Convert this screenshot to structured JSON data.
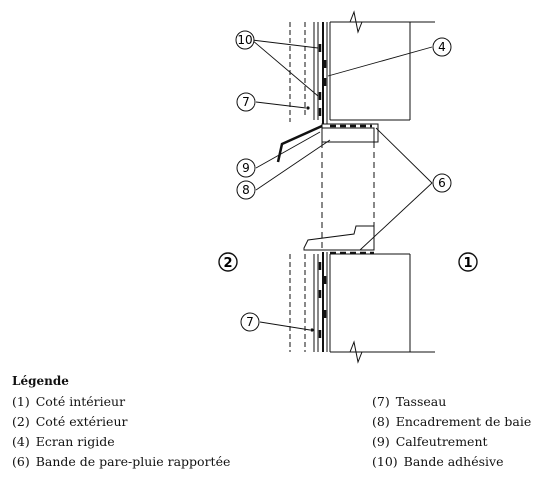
{
  "diagram": {
    "callouts": [
      "10",
      "7",
      "9",
      "8",
      "4",
      "6",
      "7"
    ],
    "side_interior": "1",
    "side_exterior": "2"
  },
  "legend": {
    "title": "Légende",
    "left": [
      {
        "num": "(1)",
        "text": "Coté intérieur"
      },
      {
        "num": "(2)",
        "text": "Coté extérieur"
      },
      {
        "num": "(4)",
        "text": "Ecran rigide"
      },
      {
        "num": "(6)",
        "text": "Bande de pare-pluie rapportée"
      }
    ],
    "right": [
      {
        "num": "(7)",
        "text": "Tasseau"
      },
      {
        "num": "(8)",
        "text": "Encadrement de baie"
      },
      {
        "num": "(9)",
        "text": "Calfeutrement"
      },
      {
        "num": "(10)",
        "text": "Bande adhésive"
      }
    ]
  }
}
